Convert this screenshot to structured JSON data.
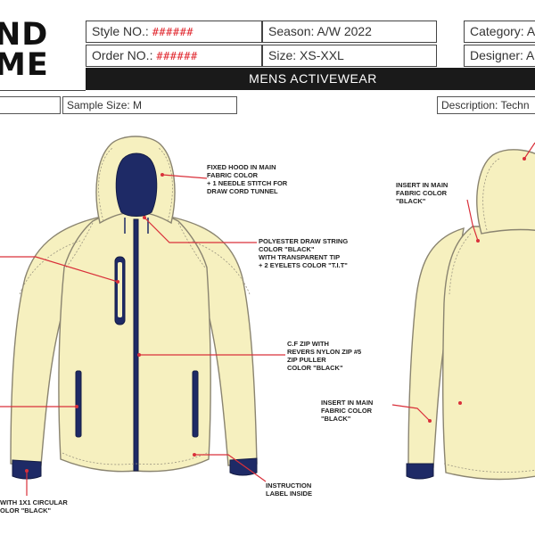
{
  "header": {
    "brand_line1": "ND",
    "brand_line2": "ME",
    "style_label": "Style NO.:",
    "style_value": "######",
    "order_label": "Order NO.:",
    "order_value": "######",
    "season": "Season: A/W 2022",
    "size": "Size: XS-XXL",
    "category": "Category: A",
    "designer": "Designer: A",
    "banner": "MENS ACTIVEWEAR",
    "sample_size": "Sample Size: M",
    "description": "Description: Techn"
  },
  "annotations": {
    "hood": "FIXED HOOD IN MAIN\nFABRIC COLOR\n+ 1 NEEDLE STITCH FOR\nDRAW CORD TUNNEL",
    "drawstring": "POLYESTER DRAW STRING\nCOLOR \"BLACK\"\nWITH TRANSPARENT TIP\n+ 2 EYELETS COLOR \"T.I.T\"",
    "zip": "C.F ZIP WITH\nREVERS NYLON ZIP #5\nZIP PULLER\nCOLOR \"BLACK\"",
    "label": "INSTRUCTION\nLABEL INSIDE",
    "cuff": "WITH 1x1 CIRCULAR\nOLOR \"BLACK\"",
    "back_insert_top": "INSERT IN MAIN\nFABRIC COLOR\n\"BLACK\"",
    "back_insert_sleeve": "INSERT IN MAIN\nFABRIC COLOR\n\"BLACK\""
  },
  "colors": {
    "body": "#f6f0bf",
    "accent": "#1e2a66",
    "callout": "#d9303a",
    "outline": "#8a8470"
  }
}
